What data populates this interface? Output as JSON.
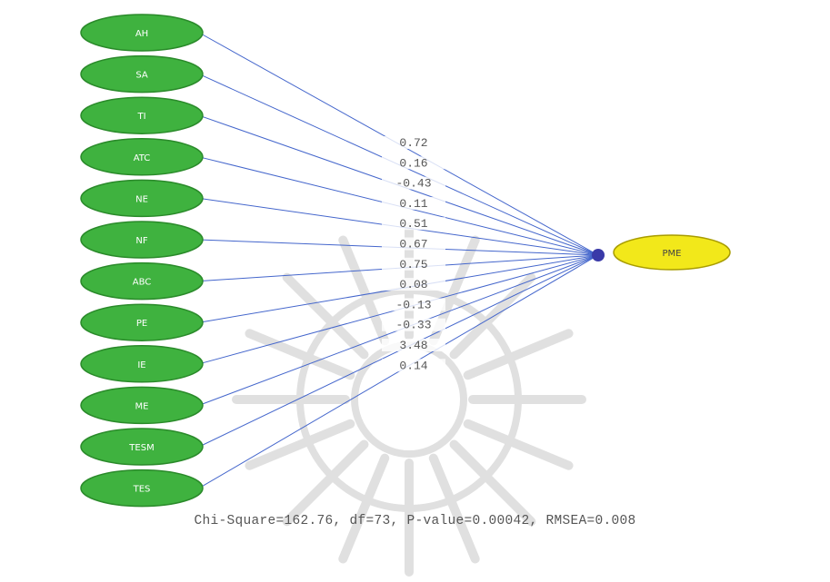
{
  "colors": {
    "indicator_fill": "#3fb23f",
    "indicator_stroke": "#2a8a2a",
    "target_fill": "#f2e81a",
    "target_stroke": "#a89c00",
    "junction": "#3a3aa8",
    "path_line": "#4466cc",
    "watermark": "#c8c8c8"
  },
  "diagram": {
    "indicators": [
      "AH",
      "SA",
      "TI",
      "ATC",
      "NE",
      "NF",
      "ABC",
      "PE",
      "IE",
      "ME",
      "TESM",
      "TES"
    ],
    "target": "PME",
    "coefficients": [
      "0.72",
      "0.16",
      "-0.43",
      "0.11",
      "0.51",
      "0.67",
      "0.75",
      "0.08",
      "-0.13",
      "-0.33",
      "3.48",
      "0.14"
    ]
  },
  "fit_stats": "Chi-Square=162.76, df=73, P-value=0.00042, RMSEA=0.008"
}
